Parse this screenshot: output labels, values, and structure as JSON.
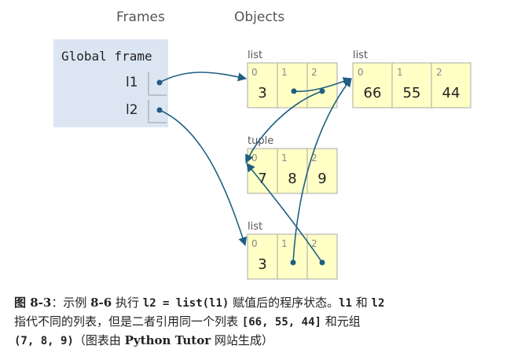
{
  "headers": {
    "frames": "Frames",
    "objects": "Objects"
  },
  "frame": {
    "title": "Global frame",
    "vars": [
      {
        "name": "l1"
      },
      {
        "name": "l2"
      }
    ]
  },
  "objects": [
    {
      "id": "list1",
      "type": "list",
      "cells": [
        {
          "index": "0",
          "value": "3"
        },
        {
          "index": "1",
          "value": ""
        },
        {
          "index": "2",
          "value": ""
        }
      ]
    },
    {
      "id": "list2",
      "type": "list",
      "cells": [
        {
          "index": "0",
          "value": "66"
        },
        {
          "index": "1",
          "value": "55"
        },
        {
          "index": "2",
          "value": "44"
        }
      ]
    },
    {
      "id": "tuple1",
      "type": "tuple",
      "cells": [
        {
          "index": "0",
          "value": "7"
        },
        {
          "index": "1",
          "value": "8"
        },
        {
          "index": "2",
          "value": "9"
        }
      ]
    },
    {
      "id": "list3",
      "type": "list",
      "cells": [
        {
          "index": "0",
          "value": "3"
        },
        {
          "index": "1",
          "value": ""
        },
        {
          "index": "2",
          "value": ""
        }
      ]
    }
  ],
  "references": [
    {
      "from": "frame.l1",
      "to": "list1"
    },
    {
      "from": "frame.l2",
      "to": "list3"
    },
    {
      "from": "list1[1]",
      "to": "list2"
    },
    {
      "from": "list1[2]",
      "to": "tuple1"
    },
    {
      "from": "list3[1]",
      "to": "list2"
    },
    {
      "from": "list3[2]",
      "to": "tuple1"
    }
  ],
  "caption": {
    "fig": "图 8-3",
    "t1": "：示例 ",
    "ex": "8-6",
    "t2": " 执行 ",
    "code1": "l2 = list(l1)",
    "t3": " 赋值后的程序状态。",
    "v1": "l1",
    "t4": " 和 ",
    "v2": "l2",
    "t5": "指代不同的列表，但是二者引用同一个列表 ",
    "code2": "[66, 55, 44]",
    "t6": " 和元组",
    "code3": "(7, 8, 9)",
    "t7": "（图表由 ",
    "tool": "Python Tutor",
    "t8": " 网站生成）"
  }
}
